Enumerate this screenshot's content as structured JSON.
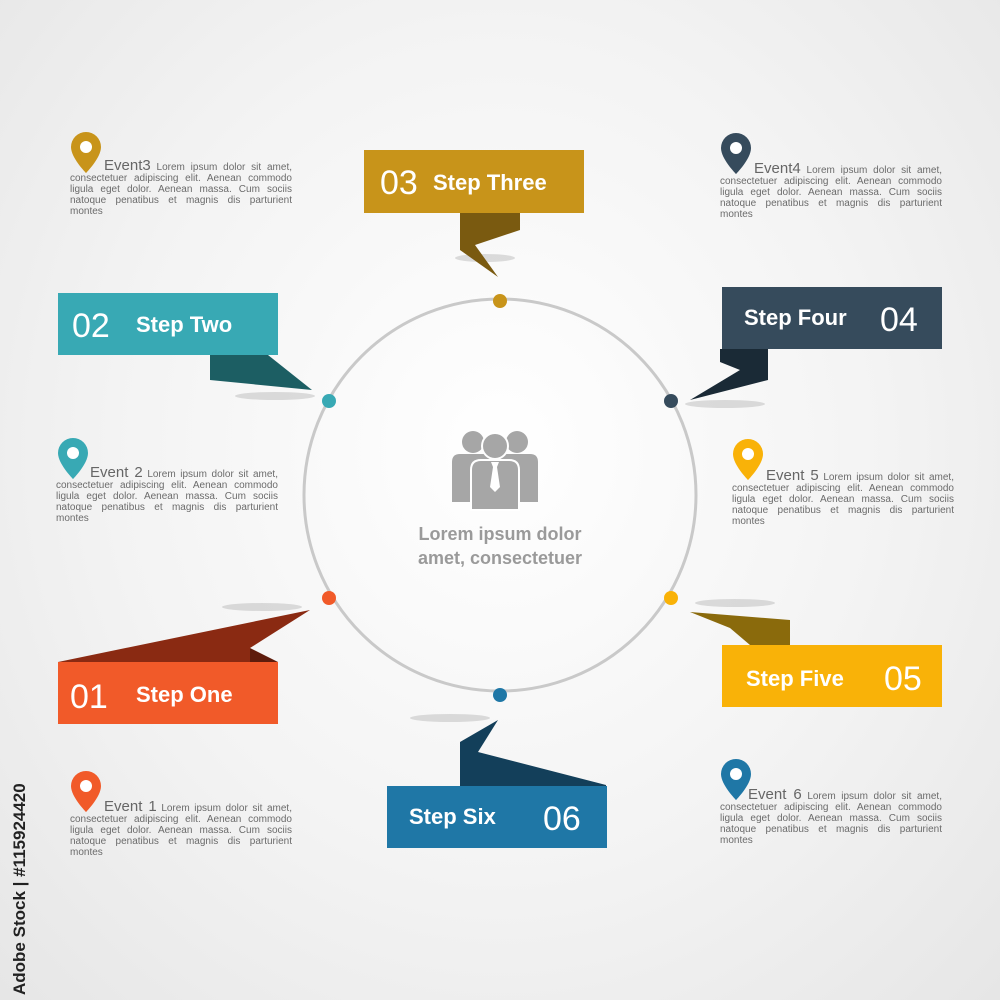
{
  "center": {
    "title_line1": "Lorem ipsum dolor",
    "title_line2": "amet, consectetuer",
    "icon": "people-group-icon"
  },
  "steps": [
    {
      "number": "01",
      "label": "Step One",
      "color": "#f15a29",
      "fold_color": "#8a2a12"
    },
    {
      "number": "02",
      "label": "Step Two",
      "color": "#38a9b4",
      "fold_color": "#1c5e63"
    },
    {
      "number": "03",
      "label": "Step Three",
      "color": "#c8941a",
      "fold_color": "#7a5a10"
    },
    {
      "number": "04",
      "label": "Step Four",
      "color": "#364b5c",
      "fold_color": "#1a2a36"
    },
    {
      "number": "05",
      "label": "Step Five",
      "color": "#f9b208",
      "fold_color": "#8a6a0c"
    },
    {
      "number": "06",
      "label": "Step Six",
      "color": "#1f77a6",
      "fold_color": "#133f5a"
    }
  ],
  "events": [
    {
      "title": "Event 1",
      "color": "#f15a29",
      "icon": "map-pin-icon",
      "text": "Lorem ipsum dolor sit amet, consectetuer adipiscing elit. Aenean commodo ligula eget dolor. Aenean massa. Cum sociis natoque penatibus et magnis dis parturient montes"
    },
    {
      "title": "Event 2",
      "color": "#38a9b4",
      "icon": "map-pin-icon",
      "text": "Lorem ipsum dolor sit amet, consectetuer adipiscing elit. Aenean commodo ligula eget dolor. Aenean massa. Cum sociis natoque penatibus et magnis dis parturient montes"
    },
    {
      "title": "Event3",
      "color": "#c8941a",
      "icon": "map-pin-icon",
      "text": "Lorem ipsum dolor sit amet, consectetuer adipiscing elit. Aenean commodo ligula eget dolor. Aenean massa. Cum sociis natoque penatibus et magnis dis parturient montes"
    },
    {
      "title": "Event4",
      "color": "#364b5c",
      "icon": "map-pin-icon",
      "text": "Lorem ipsum dolor sit amet, consectetuer adipiscing elit. Aenean commodo ligula eget dolor. Aenean massa. Cum sociis natoque penatibus et magnis dis parturient montes"
    },
    {
      "title": "Event 5",
      "color": "#f9b208",
      "icon": "map-pin-icon",
      "text": "Lorem ipsum dolor sit amet, consectetuer adipiscing elit. Aenean commodo ligula eget dolor. Aenean massa. Cum sociis natoque penatibus et magnis dis parturient montes"
    },
    {
      "title": "Event 6",
      "color": "#1f77a6",
      "icon": "map-pin-icon",
      "text": "Lorem ipsum dolor sit amet, consectetuer adipiscing elit. Aenean commodo ligula eget dolor. Aenean massa. Cum sociis natoque penatibus et magnis dis parturient montes"
    }
  ],
  "watermark": "Adobe Stock | #115924420"
}
